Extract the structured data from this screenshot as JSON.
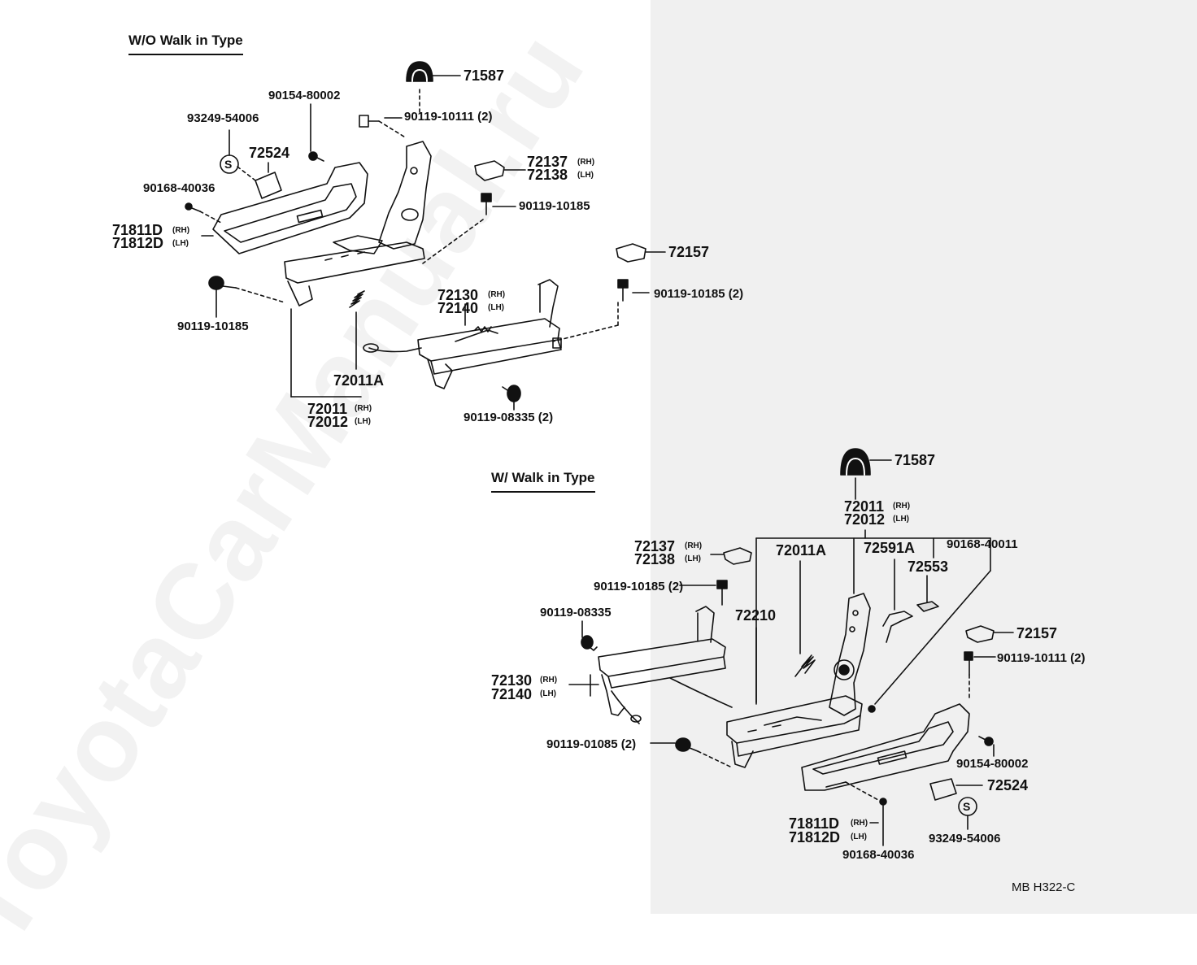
{
  "sections": {
    "without_walk_in": "W/O Walk in Type",
    "with_walk_in": "W/ Walk in Type"
  },
  "footer_code": "MB  H322-C",
  "watermark": "ToyotaCarManual.ru",
  "side_rh": "(RH)",
  "side_lh": "(LH)",
  "top_parts": {
    "p71587": "71587",
    "p90154_80002": "90154-80002",
    "p90119_10111": "90119-10111 (2)",
    "p93249_54006": "93249-54006",
    "p72524": "72524",
    "p72137": "72137",
    "p72138": "72138",
    "p90168_40036": "90168-40036",
    "p90119_10185_a": "90119-10185",
    "p71811d": "71811D",
    "p71812d": "71812D",
    "p72157": "72157",
    "p90119_10185_2": "90119-10185 (2)",
    "p72130": "72130",
    "p72140": "72140",
    "p90119_10185_b": "90119-10185",
    "p72011a": "72011A",
    "p72011": "72011",
    "p72012": "72012",
    "p90119_08335_2": "90119-08335 (2)"
  },
  "bottom_parts": {
    "p71587": "71587",
    "p72011": "72011",
    "p72012": "72012",
    "p72137": "72137",
    "p72138": "72138",
    "p72011a": "72011A",
    "p72591a": "72591A",
    "p90168_40011": "90168-40011",
    "p72553": "72553",
    "p90119_10185_2": "90119-10185 (2)",
    "p72210": "72210",
    "p90119_08335": "90119-08335",
    "p72157": "72157",
    "p90119_10111_2": "90119-10111 (2)",
    "p72130": "72130",
    "p72140": "72140",
    "p90119_01085_2": "90119-01085 (2)",
    "p90154_80002": "90154-80002",
    "p72524": "72524",
    "p71811d": "71811D",
    "p71812d": "71812D",
    "p93249_54006": "93249-54006",
    "p90168_40036": "90168-40036"
  },
  "icons": {
    "washer_symbol": "S"
  }
}
